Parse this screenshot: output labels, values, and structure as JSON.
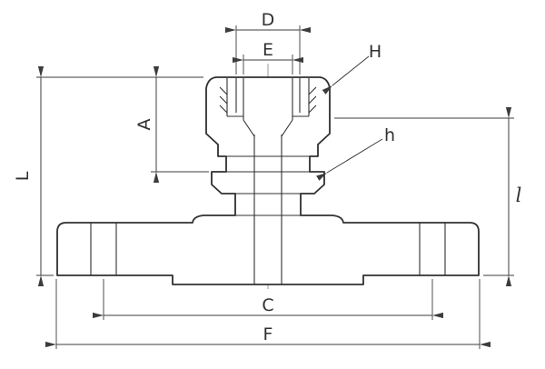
{
  "drawing": {
    "type": "technical-dimension-drawing",
    "subject": "flanged compression tube fitting, front elevation with dimension callouts",
    "labels": {
      "D": "D",
      "E": "E",
      "H": "H",
      "h": "h",
      "A": "A",
      "L": "L",
      "l": "l",
      "C": "C",
      "F": "F"
    },
    "colors": {
      "line": "#303030",
      "dim": "#3c3c3c",
      "centerline": "#9a9a9a",
      "background": "#ffffff"
    }
  }
}
